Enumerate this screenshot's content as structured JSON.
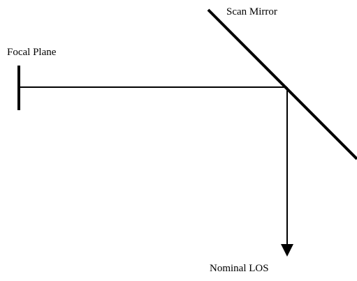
{
  "diagram": {
    "labels": {
      "scan_mirror": "Scan Mirror",
      "focal_plane": "Focal Plane",
      "nominal_los": "Nominal LOS"
    },
    "colors": {
      "line": "#000000",
      "background": "#ffffff"
    }
  }
}
